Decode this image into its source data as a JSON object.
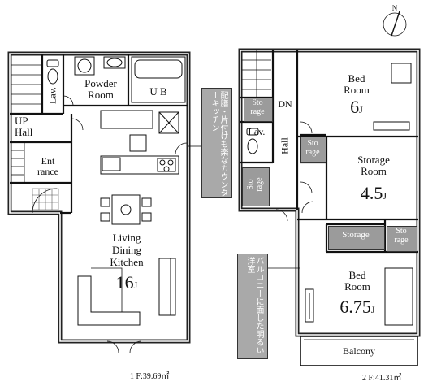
{
  "floor1": {
    "powder_room": "Powder\nRoom",
    "ub": "U B",
    "lav": "Lav.",
    "up_hall": "UP\nHall",
    "entrance": "Ent\nrance",
    "ldk_line1": "Living",
    "ldk_line2": "Dining",
    "ldk_line3": "Kitchen",
    "ldk_size": "16",
    "ldk_unit": "J",
    "note": "配膳・片付けも楽なカウンターキッチン",
    "area": "1 F:39.69㎡"
  },
  "floor2": {
    "bed1_label": "Bed\nRoom",
    "bed1_size": "6",
    "bed1_unit": "J",
    "storage_room": "Storage\nRoom",
    "storage_room_size": "4.5",
    "storage_room_unit": "J",
    "bed2_label": "Bed\nRoom",
    "bed2_size": "6.75",
    "bed2_unit": "J",
    "dn": "DN",
    "hall": "Hall",
    "lav": "Lav.",
    "sto_rage": "Sto\nrage",
    "storage": "Storage",
    "balcony": "Balcony",
    "note": "バルコニーに面した明るい洋室",
    "area": "2 F:41.31㎡"
  },
  "compass": "N"
}
